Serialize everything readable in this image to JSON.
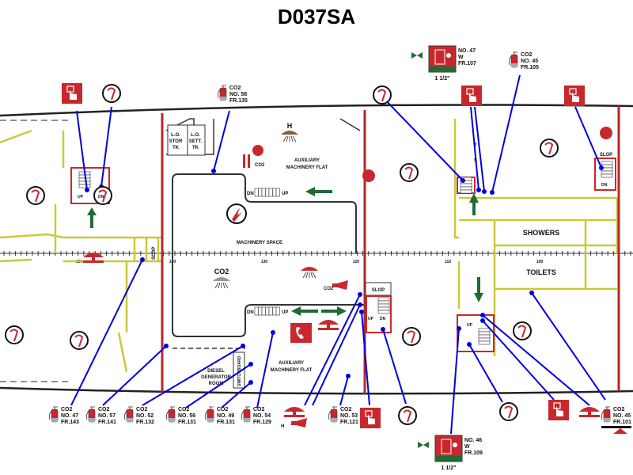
{
  "title": "D037SA",
  "colors": {
    "bulkhead": "#b22a2a",
    "wall": "#d8d84a",
    "leader": "#0000dd",
    "equipment": "#c8282d",
    "arrow": "#1e6b34"
  },
  "rooms": {
    "lo_stor": [
      "L.O.",
      "STOR",
      "TK"
    ],
    "lo_sett": [
      "L.O.",
      "SETT.",
      "TK"
    ],
    "aux_flat_upper": [
      "AUXILIARY",
      "MACHINERY FLAT"
    ],
    "machinery_space": "MACHINERY SPACE",
    "aux_flat_lower": [
      "AUXILIARY",
      "MACHINERY FLAT"
    ],
    "diesel_gen": [
      "DIESEL",
      "GENERATOR",
      "ROOM"
    ],
    "switchboard": "SWITCHBOARD",
    "showers": "SHOWERS",
    "toilets": "TOILETS",
    "slop_lower": "SLOP",
    "slop_upper": "SLOP"
  },
  "frame_marks": [
    "150",
    "140",
    "130",
    "120",
    "110",
    "100"
  ],
  "stairs": {
    "up": "UP",
    "dn": "DN"
  },
  "symbols": {
    "co2": "CO2",
    "halon": "H",
    "t": "T",
    "s": "S"
  },
  "extinguishers_top": [
    {
      "agent": "CO2",
      "no": "NO. 58",
      "fr": "FR.135"
    },
    {
      "agent": "CO2",
      "no": "NO. 45",
      "fr": "FR.105"
    }
  ],
  "extinguishers_bottom": [
    {
      "agent": "CO2",
      "no": "NO. 47",
      "fr": "FR.143"
    },
    {
      "agent": "CO2",
      "no": "NO. 57",
      "fr": "FR.141"
    },
    {
      "agent": "CO2",
      "no": "NO. 52",
      "fr": "FR.132"
    },
    {
      "agent": "CO2",
      "no": "NO. 56",
      "fr": "FR.131"
    },
    {
      "agent": "CO2",
      "no": "NO. 49",
      "fr": "FR.131"
    },
    {
      "agent": "CO2",
      "no": "NO. 54",
      "fr": "FR.129"
    },
    {
      "agent": "CO2",
      "no": "NO. 53",
      "fr": "FR.121"
    },
    {
      "agent": "CO2",
      "no": "NO. 45",
      "fr": "FR.101"
    }
  ],
  "hose_reels": [
    {
      "no": "NO. 47",
      "type": "W",
      "fr": "FR.107",
      "size": "1 1/2\""
    },
    {
      "no": "NO. 46",
      "type": "W",
      "fr": "FR.109",
      "size": "1 1/2\""
    }
  ]
}
